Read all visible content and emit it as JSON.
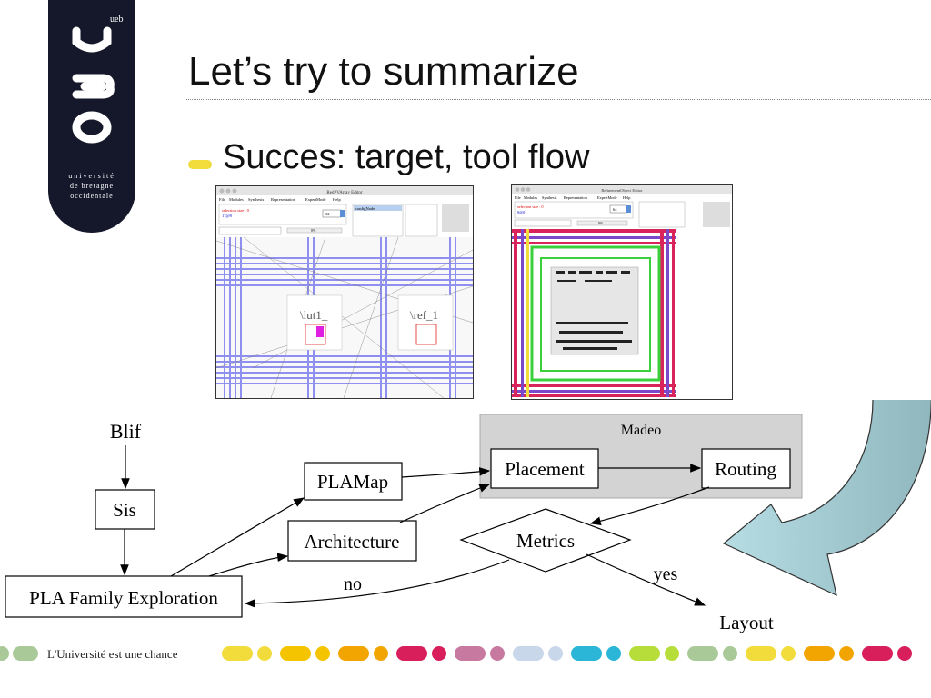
{
  "logo": {
    "mark": "UBO",
    "tag": "ueb",
    "lines": [
      "université",
      "de bretagne",
      "occidentale"
    ]
  },
  "title": "Let’s try to summarize",
  "bullet": {
    "text": "Succes: target, tool flow"
  },
  "screenshots": {
    "left": {
      "window_title": "RedPVArray Editor",
      "menu": [
        "File",
        "Modules",
        "Synthesis",
        "Representation",
        "ExpertMode",
        "Help"
      ],
      "selection_label": "selection size : 0",
      "selection_sub": "17@8",
      "field_value": "32",
      "list_item": "configNode",
      "progress": "0%",
      "cell_labels": [
        "\\lut1_",
        "\\ref_1"
      ]
    },
    "right": {
      "window_title": "RefinementObject Editor",
      "menu": [
        "File",
        "Modules",
        "Synthesis",
        "Representation",
        "ExpertMode",
        "Help"
      ],
      "selection_label": "selection size : 0",
      "selection_sub": "0@0",
      "field_value": "64",
      "progress": "0%"
    }
  },
  "diagram": {
    "group_label": "Madeo",
    "nodes": {
      "blif": "Blif",
      "sis": "Sis",
      "pla_family": "PLA Family Exploration",
      "plamap": "PLAMap",
      "architecture": "Architecture",
      "placement": "Placement",
      "routing": "Routing",
      "metrics": "Metrics",
      "layout": "Layout"
    },
    "edge_labels": {
      "no": "no",
      "yes": "yes"
    }
  },
  "footer": {
    "text": "L'Université est une chance",
    "colors": [
      "#f2dc3c",
      "#f4c400",
      "#f2a500",
      "#d81e5b",
      "#c879a0",
      "#c9d7ea",
      "#2bb5d6",
      "#b6dd39",
      "#aac998",
      "#f2dc3c",
      "#f2a500",
      "#d81e5b"
    ]
  },
  "colors": {
    "arrow_fill": "#b7dde4",
    "arrow_fill_dark": "#8fb7bd",
    "madeo_bg": "#d3d3d3",
    "bullet": "#f2dc3c"
  }
}
